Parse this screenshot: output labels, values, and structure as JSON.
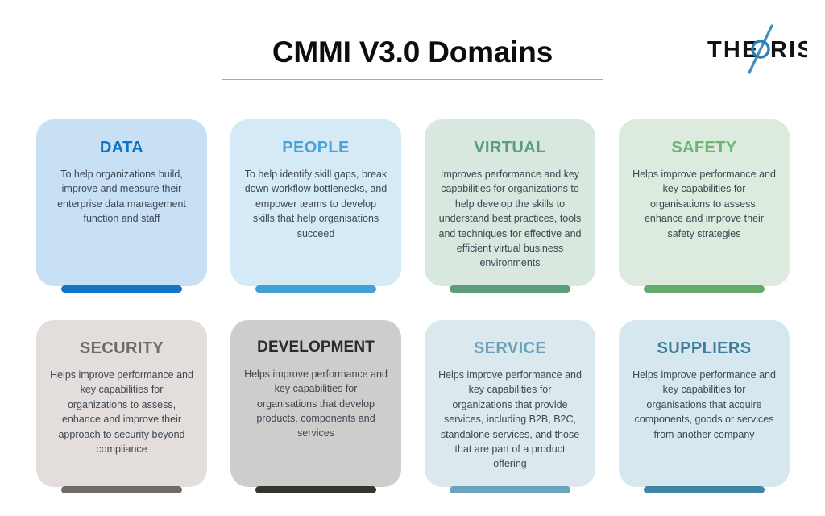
{
  "header": {
    "title": "CMMI V3.0 Domains",
    "logo": {
      "name": "theoris-logo",
      "text_before": "THE",
      "text_after": "RIS",
      "ring_color": "#2f7fb5",
      "stroke_color": "#3d8fc4",
      "text_color": "#121212"
    },
    "rule_color": "#a9a9a9"
  },
  "cards": [
    {
      "id": "data",
      "title": "DATA",
      "description": "To help organizations build, improve and measure their enterprise data management function and staff",
      "bg": "#c7e0f4",
      "title_color": "#1072c4",
      "bar_color": "#1474c8"
    },
    {
      "id": "people",
      "title": "PEOPLE",
      "description": "To help identify skill gaps, break down workflow bottlenecks, and empower teams to develop skills that help organisations succeed",
      "bg": "#d5eaf7",
      "title_color": "#4aa3d8",
      "bar_color": "#42a0d6"
    },
    {
      "id": "virtual",
      "title": "VIRTUAL",
      "description": "Improves performance and key capabilities for organizations to help develop the skills to understand best practices, tools and techniques for effective and efficient virtual business environments",
      "bg": "#d8e8df",
      "title_color": "#5b9c85",
      "bar_color": "#5d9c7c"
    },
    {
      "id": "safety",
      "title": "SAFETY",
      "description": "Helps improve performance and key capabilities for organisations to assess, enhance and improve their safety strategies",
      "bg": "#dcebdd",
      "title_color": "#6cb573",
      "bar_color": "#63ab6a"
    },
    {
      "id": "security",
      "title": "SECURITY",
      "description": "Helps improve performance and key capabilities for organizations to assess, enhance and improve their approach to security beyond compliance",
      "bg": "#e3dedc",
      "title_color": "#6f6a68",
      "bar_color": "#6e6b69"
    },
    {
      "id": "development",
      "title": "DEVELOPMENT",
      "description": "Helps improve performance and key capabilities for organisations that develop products, components and services",
      "bg": "#cdcdcb",
      "title_color": "#2b2b2b",
      "bar_color": "#37342f"
    },
    {
      "id": "service",
      "title": "SERVICE",
      "description": "Helps improve performance and key capabilities for organizations that provide services, including B2B, B2C, standalone services, and those that are part of a product offering",
      "bg": "#dbe9ef",
      "title_color": "#68a2b9",
      "bar_color": "#6ba3bb"
    },
    {
      "id": "suppliers",
      "title": "SUPPLIERS",
      "description": "Helps improve performance and key capabilities for organisations that acquire components, goods or services from another company",
      "bg": "#d7e7ef",
      "title_color": "#3d7f99",
      "bar_color": "#3f84a0"
    }
  ]
}
